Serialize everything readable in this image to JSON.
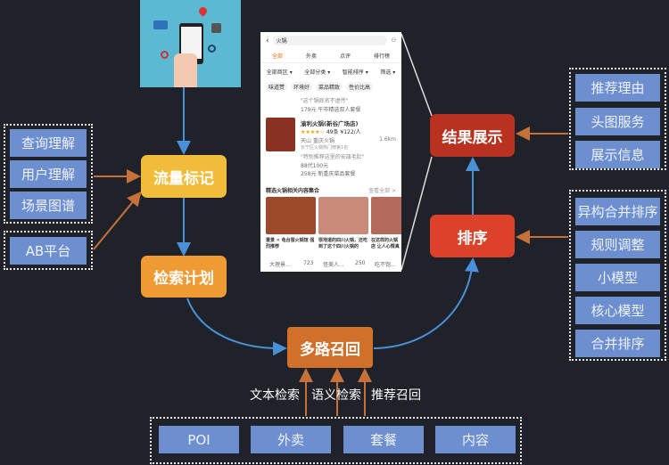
{
  "left_group": [
    "查询理解",
    "用户理解",
    "场景图谱"
  ],
  "ab_group": [
    "AB平台"
  ],
  "nodes": {
    "traffic_mark": "流量标记",
    "retrieval_plan": "检索计划",
    "multi_recall": "多路召回",
    "ranking": "排序",
    "result_display": "结果展示"
  },
  "right_group_top": [
    "推荐理由",
    "头图服务",
    "展示信息"
  ],
  "right_group_bottom": [
    "异构合并排序",
    "规则调整",
    "小模型",
    "核心模型",
    "合并排序"
  ],
  "recall_labels": [
    "文本检索",
    "语义检索",
    "推荐召回"
  ],
  "bottom_group": [
    "POI",
    "外卖",
    "套餐",
    "内容"
  ],
  "colors": {
    "background": "#1f2229",
    "blue_box": "#6d8fd0",
    "traffic_mark": "#f0bc3a",
    "retrieval_plan": "#f09a33",
    "multi_recall": "#d0702a",
    "ranking": "#dc4129",
    "result_display": "#b8321f",
    "flow_arrow": "#4a90d9",
    "input_arrow": "#c8703a"
  },
  "phone": {
    "search_query": "火锅",
    "tabs": [
      "全部",
      "外卖",
      "点评",
      "排行榜"
    ],
    "filters": [
      "全部商区 ▾",
      "全部分类 ▾",
      "智能排序 ▾",
      "筛选 ▾"
    ],
    "chips": [
      "味道赞",
      "环境好",
      "菜品精致",
      "性价比高"
    ],
    "quote1": "\"这个锅底名不虚传\"",
    "deal1": "179元 午市精选双人套餐",
    "shop_name": "渝利火锅(新谷广场店)",
    "rating": "49条 ¥122/人",
    "area": "天山 重庆火锅",
    "distance": "1.6km",
    "rank": "长宁区火锅热门榜第1名",
    "quote2": "\"特别推荐这里的安瓿毛肚\"",
    "deal2": "88代100元",
    "deal3": "258元 新重庆菜品套餐",
    "section_title": "精选火锅相关内容集合",
    "see_all": "查看全部 >",
    "cards": [
      {
        "title": "重景 ✕ 龟台蚕火锅馆 强烈推荐",
        "author": "大理景...",
        "likes": "723"
      },
      {
        "title": "很地道的四川火锅，还吃到了这个四川火锅的",
        "author": "怪美人...",
        "likes": "250"
      },
      {
        "title": "在这样的火锅店 让人心情真的",
        "author": "吃不饱...",
        "likes": ""
      }
    ]
  }
}
